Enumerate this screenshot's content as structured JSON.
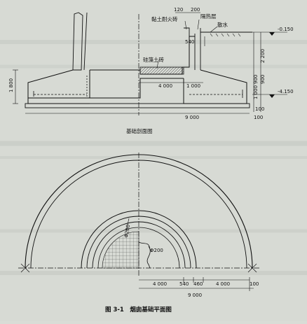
{
  "section": {
    "caption": "基础剖面图",
    "labels": {
      "refractory_brick": "黏土耐火砖",
      "insulation": "隔热层",
      "apron": "散水",
      "clay_brick": "硅藻土砖"
    },
    "dims": {
      "top_120": "120",
      "top_200": "200",
      "d540": "540",
      "d2200": "2 200",
      "d1800": "1 800",
      "d900a": "900",
      "d900b": "900",
      "d1000": "1 000",
      "d4000": "4 000",
      "d1000b": "1 000",
      "d9000": "9 000",
      "d100": "100",
      "d100b": "100"
    },
    "levels": {
      "top": "-0.150",
      "bottom": "-4.150"
    }
  },
  "plan": {
    "caption": "图 3-1　烟囱基础平面图",
    "labels": {
      "phi200_a": "Φ200",
      "phi200_b": "Φ200"
    },
    "dims": {
      "d4000a": "4 000",
      "d540": "540",
      "d460": "460",
      "d4000b": "4 000",
      "d100": "100",
      "d9000": "9 000"
    }
  }
}
